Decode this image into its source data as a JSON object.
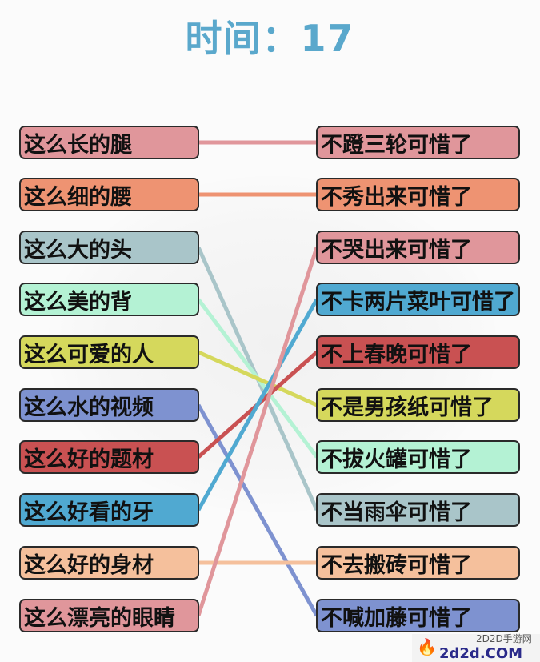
{
  "header": {
    "timer_label": "时间：17"
  },
  "left": [
    {
      "text": "这么长的腿",
      "color": "#e0969b"
    },
    {
      "text": "这么细的腰",
      "color": "#ee9372"
    },
    {
      "text": "这么大的头",
      "color": "#a9c5c9"
    },
    {
      "text": "这么美的背",
      "color": "#b4f2d4"
    },
    {
      "text": "这么可爱的人",
      "color": "#d5d85c"
    },
    {
      "text": "这么水的视频",
      "color": "#7e92d0"
    },
    {
      "text": "这么好的题材",
      "color": "#c95152"
    },
    {
      "text": "这么好看的牙",
      "color": "#50a9d1"
    },
    {
      "text": "这么好的身材",
      "color": "#f5c09c"
    },
    {
      "text": "这么漂亮的眼睛",
      "color": "#e0969b"
    }
  ],
  "right": [
    {
      "text": "不蹬三轮可惜了",
      "color": "#e0969b"
    },
    {
      "text": "不秀出来可惜了",
      "color": "#ee9372"
    },
    {
      "text": "不哭出来可惜了",
      "color": "#e0969b"
    },
    {
      "text": "不卡两片菜叶可惜了",
      "color": "#50a9d1"
    },
    {
      "text": "不上春晚可惜了",
      "color": "#c95152"
    },
    {
      "text": "不是男孩纸可惜了",
      "color": "#d5d85c"
    },
    {
      "text": "不拔火罐可惜了",
      "color": "#b4f2d4"
    },
    {
      "text": "不当雨伞可惜了",
      "color": "#a9c5c9"
    },
    {
      "text": "不去搬砖可惜了",
      "color": "#f5c09c"
    },
    {
      "text": "不喊加藤可惜了",
      "color": "#7e92d0"
    }
  ],
  "connections": [
    [
      0,
      0
    ],
    [
      1,
      1
    ],
    [
      2,
      7
    ],
    [
      3,
      6
    ],
    [
      4,
      5
    ],
    [
      5,
      9
    ],
    [
      6,
      4
    ],
    [
      7,
      3
    ],
    [
      8,
      8
    ],
    [
      9,
      2
    ]
  ],
  "watermark": {
    "site": "2D2D手游网",
    "domain": "2d2d.COM"
  }
}
